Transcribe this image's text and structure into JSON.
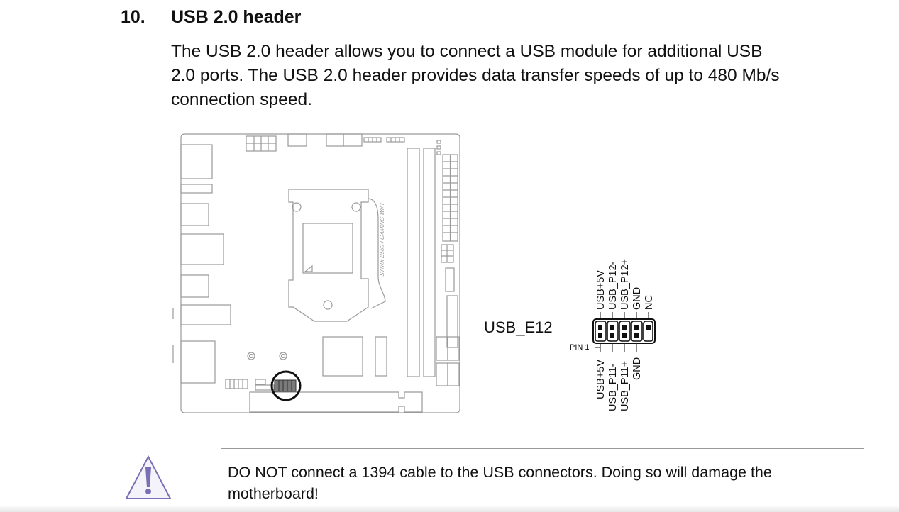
{
  "section": {
    "number": "10.",
    "title": "USB 2.0 header",
    "body_lines": [
      "The USB 2.0 header allows you to connect a USB module for additional USB",
      "2.0 ports. The USB 2.0 header provides data transfer speeds of up to 480 Mb/s",
      "connection speed."
    ]
  },
  "board": {
    "model_label": "STRIX B560-I GAMING WIFI"
  },
  "pin_diagram": {
    "header_name": "USB_E12",
    "pin1_label": "PIN 1",
    "top_pins": [
      "USB+5V",
      "USB_P12-",
      "USB_P12+",
      "GND",
      "NC"
    ],
    "bottom_pins": [
      "USB+5V",
      "USB_P11-",
      "USB_P11+",
      "GND"
    ]
  },
  "warning": {
    "icon": "warning-triangle-icon",
    "lines": [
      "DO NOT connect a 1394 cable to the USB connectors. Doing so will damage the",
      "motherboard!"
    ],
    "icon_color": "#7a6fb5"
  }
}
